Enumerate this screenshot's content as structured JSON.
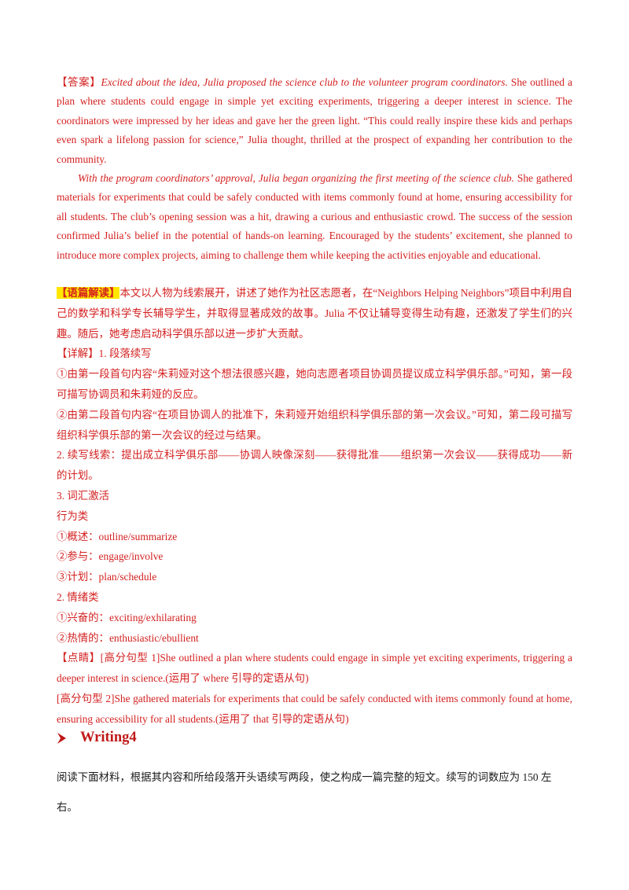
{
  "answer": {
    "label": "【答案】",
    "p1_italic": "Excited about the idea, Julia proposed the science club to the volunteer program coordinators.",
    "p1_rest": " She outlined a plan where students could engage in simple yet exciting experiments, triggering a deeper interest in science. The coordinators were impressed by her ideas and gave her the green light. “This could really inspire these kids and perhaps even spark a lifelong passion for science,” Julia thought, thrilled at the prospect of expanding her contribution to the community.",
    "p2_italic": "With the program coordinators’ approval, Julia began organizing the first meeting of the science club.",
    "p2_rest": " She gathered materials for experiments that could be safely conducted with items commonly found at home, ensuring accessibility for all students. The club’s opening session was a hit, drawing a curious and enthusiastic crowd. The success of the session confirmed Julia’s belief in the potential of hands-on learning. Encouraged by the students’ excitement, she planned to introduce more complex projects, aiming to challenge them while keeping the activities enjoyable and educational."
  },
  "interpretation": {
    "label": "【语篇解读】",
    "text": "本文以人物为线索展开，讲述了她作为社区志愿者，在“Neighbors Helping Neighbors”项目中利用自己的数学和科学专长辅导学生，并取得显著成效的故事。Julia 不仅让辅导变得生动有趣，还激发了学生们的兴趣。随后，她考虑启动科学俱乐部以进一步扩大贡献。"
  },
  "detail": {
    "title": "【详解】1. 段落续写",
    "point1": "①由第一段首句内容“朱莉娅对这个想法很感兴趣，她向志愿者项目协调员提议成立科学俱乐部。”可知，第一段可描写协调员和朱莉娅的反应。",
    "point2": "②由第二段首句内容“在项目协调人的批准下，朱莉娅开始组织科学俱乐部的第一次会议。”可知，第二段可描写组织科学俱乐部的第一次会议的经过与结果。",
    "clue": "2. 续写线索：提出成立科学俱乐部——协调人映像深刻——获得批准——组织第一次会议——获得成功——新的计划。",
    "vocab_title": "3. 词汇激活",
    "behavior_title": "行为类",
    "behavior_items": [
      "①概述：outline/summarize",
      "②参与：engage/involve",
      "③计划：plan/schedule"
    ],
    "emotion_title": "2. 情绪类",
    "emotion_items": [
      "①兴奋的：exciting/exhilarating",
      "②热情的：enthusiastic/ebullient"
    ]
  },
  "highlights": {
    "s1": "【点睛】[高分句型 1]She outlined a plan where students could engage in simple yet exciting experiments, triggering a deeper interest in science.(运用了 where 引导的定语从句)",
    "s2": "[高分句型 2]She gathered materials for experiments that could be safely conducted with items commonly found at home, ensuring accessibility for all students.(运用了 that 引导的定语从句)"
  },
  "section": {
    "heading": "Writing4",
    "instruction": "阅读下面材料，根据其内容和所给段落开头语续写两段，使之构成一篇完整的短文。续写的词数应为 150 左右。"
  },
  "colors": {
    "text_red": "#d42020",
    "heading_red": "#c01818",
    "highlight_yellow": "#ffe600",
    "body_black": "#1a1a1a"
  },
  "icons": {
    "heading_marker": "chevron-right-icon"
  }
}
